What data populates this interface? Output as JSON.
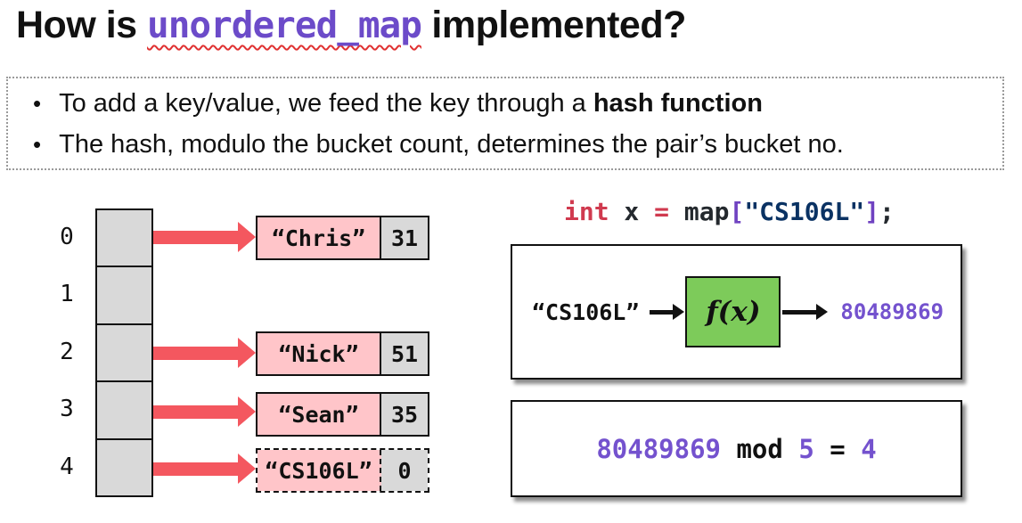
{
  "title": {
    "prefix": "How is ",
    "code": "unordered_map",
    "suffix": " implemented?"
  },
  "bullets": [
    {
      "text": "To add a key/value, we feed the key through a ",
      "bold": "hash function"
    },
    {
      "text": "The hash, modulo the bucket count, determines the pair’s bucket no.",
      "bold": ""
    }
  ],
  "bullet_glyph": "•",
  "bucket_diagram": {
    "labels": [
      "0",
      "1",
      "2",
      "3",
      "4"
    ],
    "pairs": [
      {
        "key": "“Chris”",
        "value": "31"
      },
      {
        "key": "“Nick”",
        "value": "51"
      },
      {
        "key": "“Sean”",
        "value": "35"
      },
      {
        "key": "“CS106L”",
        "value": "0"
      }
    ]
  },
  "code_line": {
    "tokens": [
      {
        "text": "int",
        "type": "keyword"
      },
      {
        "text": " x ",
        "type": "plain"
      },
      {
        "text": "=",
        "type": "keyword"
      },
      {
        "text": " map",
        "type": "plain"
      },
      {
        "text": "[",
        "type": "bracket"
      },
      {
        "text": "\"CS106L\"",
        "type": "string"
      },
      {
        "text": "]",
        "type": "bracket"
      },
      {
        "text": ";",
        "type": "plain"
      }
    ]
  },
  "hash_box": {
    "input": "“CS106L”",
    "fn_label": "f(x)",
    "output": "80489869"
  },
  "mod_box": {
    "tokens": [
      {
        "text": "80489869",
        "type": "number"
      },
      {
        "text": " mod ",
        "type": "plain"
      },
      {
        "text": "5",
        "type": "number"
      },
      {
        "text": " = ",
        "type": "plain"
      },
      {
        "text": "4",
        "type": "number"
      }
    ]
  },
  "colors": {
    "accent_purple": "#6C4BC9",
    "number_purple": "#7452CE",
    "squiggle_red": "#E03131",
    "arrow_red": "#F4575F",
    "key_cell_pink": "#FFC5C9",
    "cell_gray": "#D9D9D9",
    "hash_fn_green": "#7DCB5A",
    "code_keyword_red": "#D03A4F",
    "code_string_navy": "#0A3263",
    "code_bracket_purple": "#6F42C1"
  }
}
